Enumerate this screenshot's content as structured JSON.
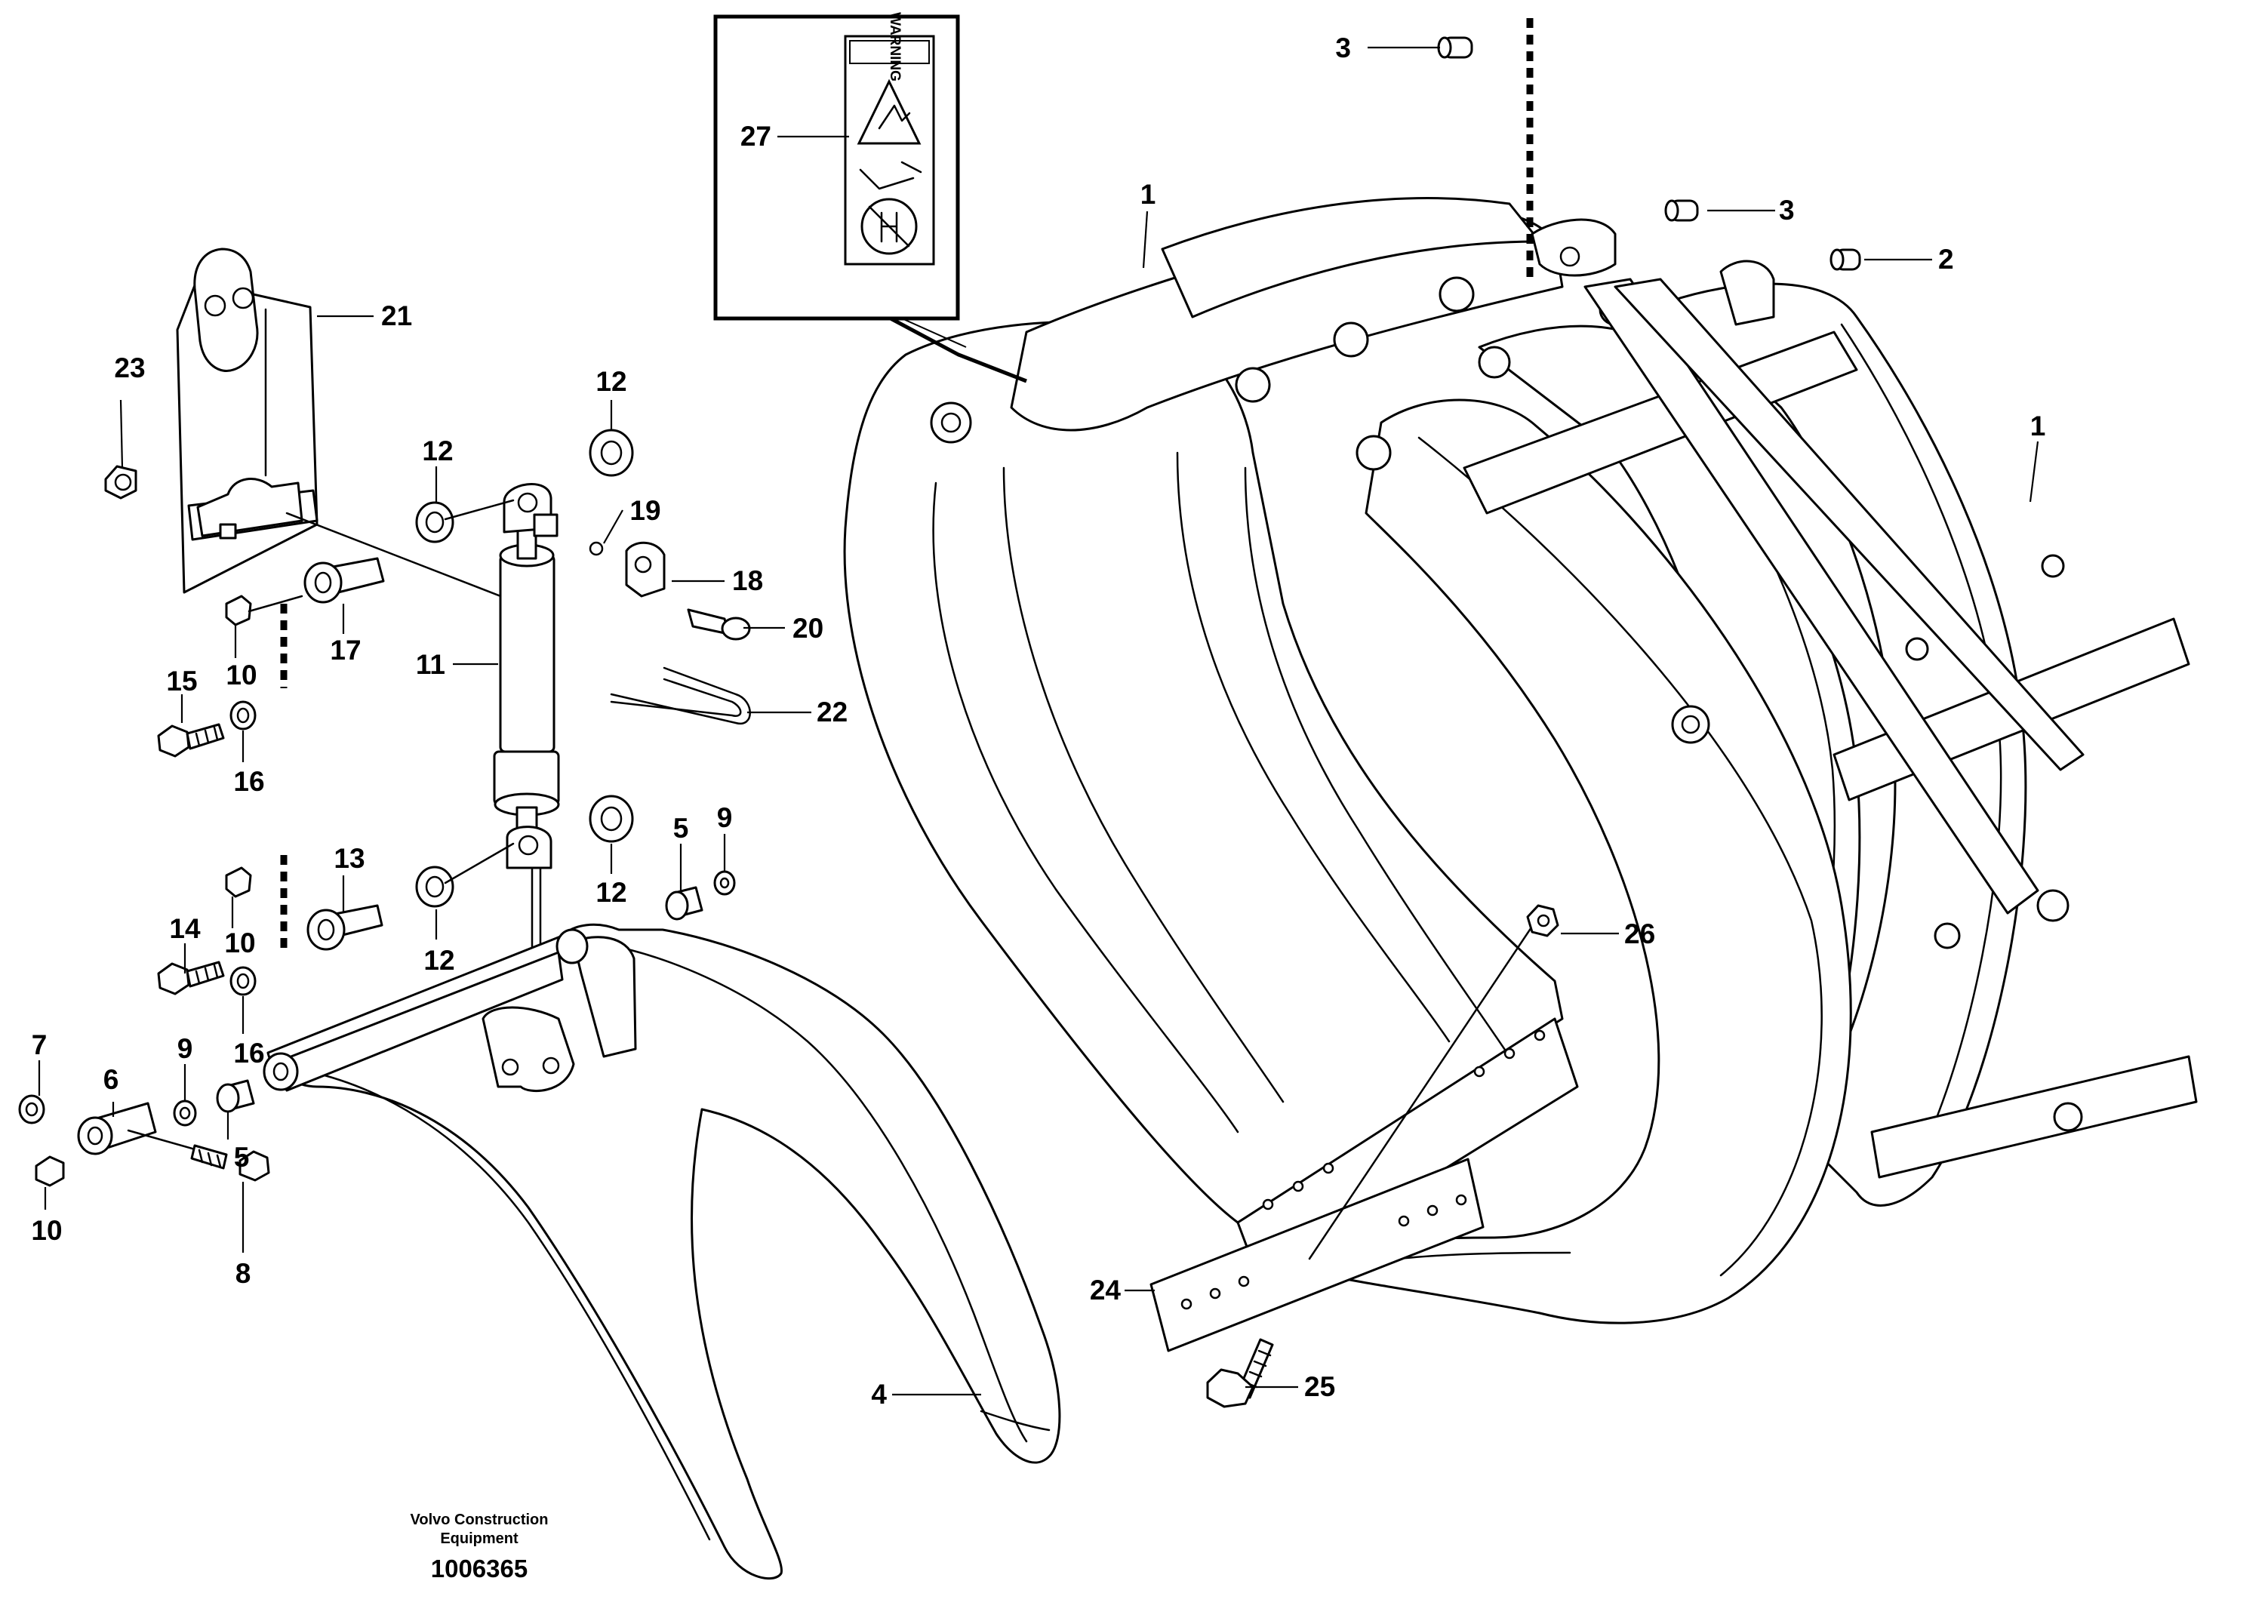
{
  "brand": {
    "caption_line1": "Volvo Construction",
    "caption_line2": "Equipment",
    "document_number": "1006365"
  },
  "warning_decal": {
    "text": "WARNING"
  },
  "callouts": {
    "c1a": "1",
    "c1b": "1",
    "c2": "2",
    "c3a": "3",
    "c3b": "3",
    "c4": "4",
    "c5a": "5",
    "c5b": "5",
    "c6": "6",
    "c7": "7",
    "c8": "8",
    "c9a": "9",
    "c9b": "9",
    "c10a": "10",
    "c10b": "10",
    "c10c": "10",
    "c11": "11",
    "c12a": "12",
    "c12b": "12",
    "c12c": "12",
    "c12d": "12",
    "c13": "13",
    "c14": "14",
    "c15": "15",
    "c16a": "16",
    "c16b": "16",
    "c17": "17",
    "c18": "18",
    "c19": "19",
    "c20": "20",
    "c21": "21",
    "c22": "22",
    "c23": "23",
    "c24": "24",
    "c25": "25",
    "c26": "26",
    "c27": "27"
  }
}
